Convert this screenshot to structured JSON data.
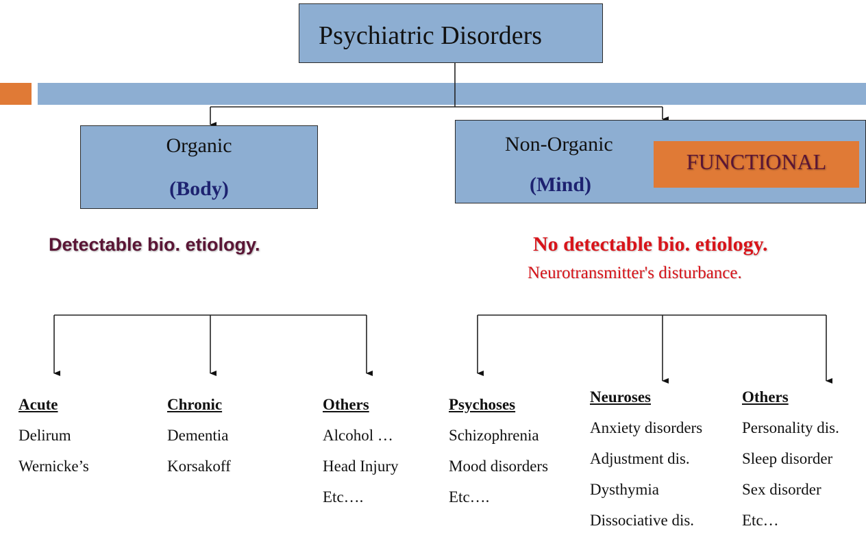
{
  "title": "Psychiatric Disorders",
  "colors": {
    "box_fill": "#8daed2",
    "accent_orange": "#e07a36",
    "maroon": "#5a1535",
    "red": "#d8141a",
    "navy": "#1d2270"
  },
  "organic": {
    "label": "Organic",
    "sub": "(Body)",
    "etiology": "Detectable bio. etiology."
  },
  "nonorganic": {
    "label": "Non-Organic",
    "sub": "(Mind)",
    "badge": "FUNCTIONAL",
    "etiology": "No detectable bio. etiology.",
    "etiology2": "Neurotransmitter's  disturbance."
  },
  "columns": [
    {
      "head": "Acute",
      "items": [
        "Delirum",
        "Wernicke’s"
      ]
    },
    {
      "head": "Chronic",
      "items": [
        "Dementia",
        "Korsakoff"
      ]
    },
    {
      "head": "Others",
      "items": [
        "Alcohol …",
        "Head Injury",
        "Etc…."
      ]
    },
    {
      "head": "Psychoses",
      "items": [
        "Schizophrenia",
        "Mood disorders",
        "Etc…."
      ]
    },
    {
      "head": "Neuroses",
      "items": [
        "Anxiety disorders",
        "Adjustment dis.",
        "Dysthymia",
        "Dissociative dis."
      ]
    },
    {
      "head": "Others",
      "items": [
        "Personality dis.",
        "Sleep disorder",
        "Sex disorder",
        "Etc…"
      ]
    }
  ]
}
